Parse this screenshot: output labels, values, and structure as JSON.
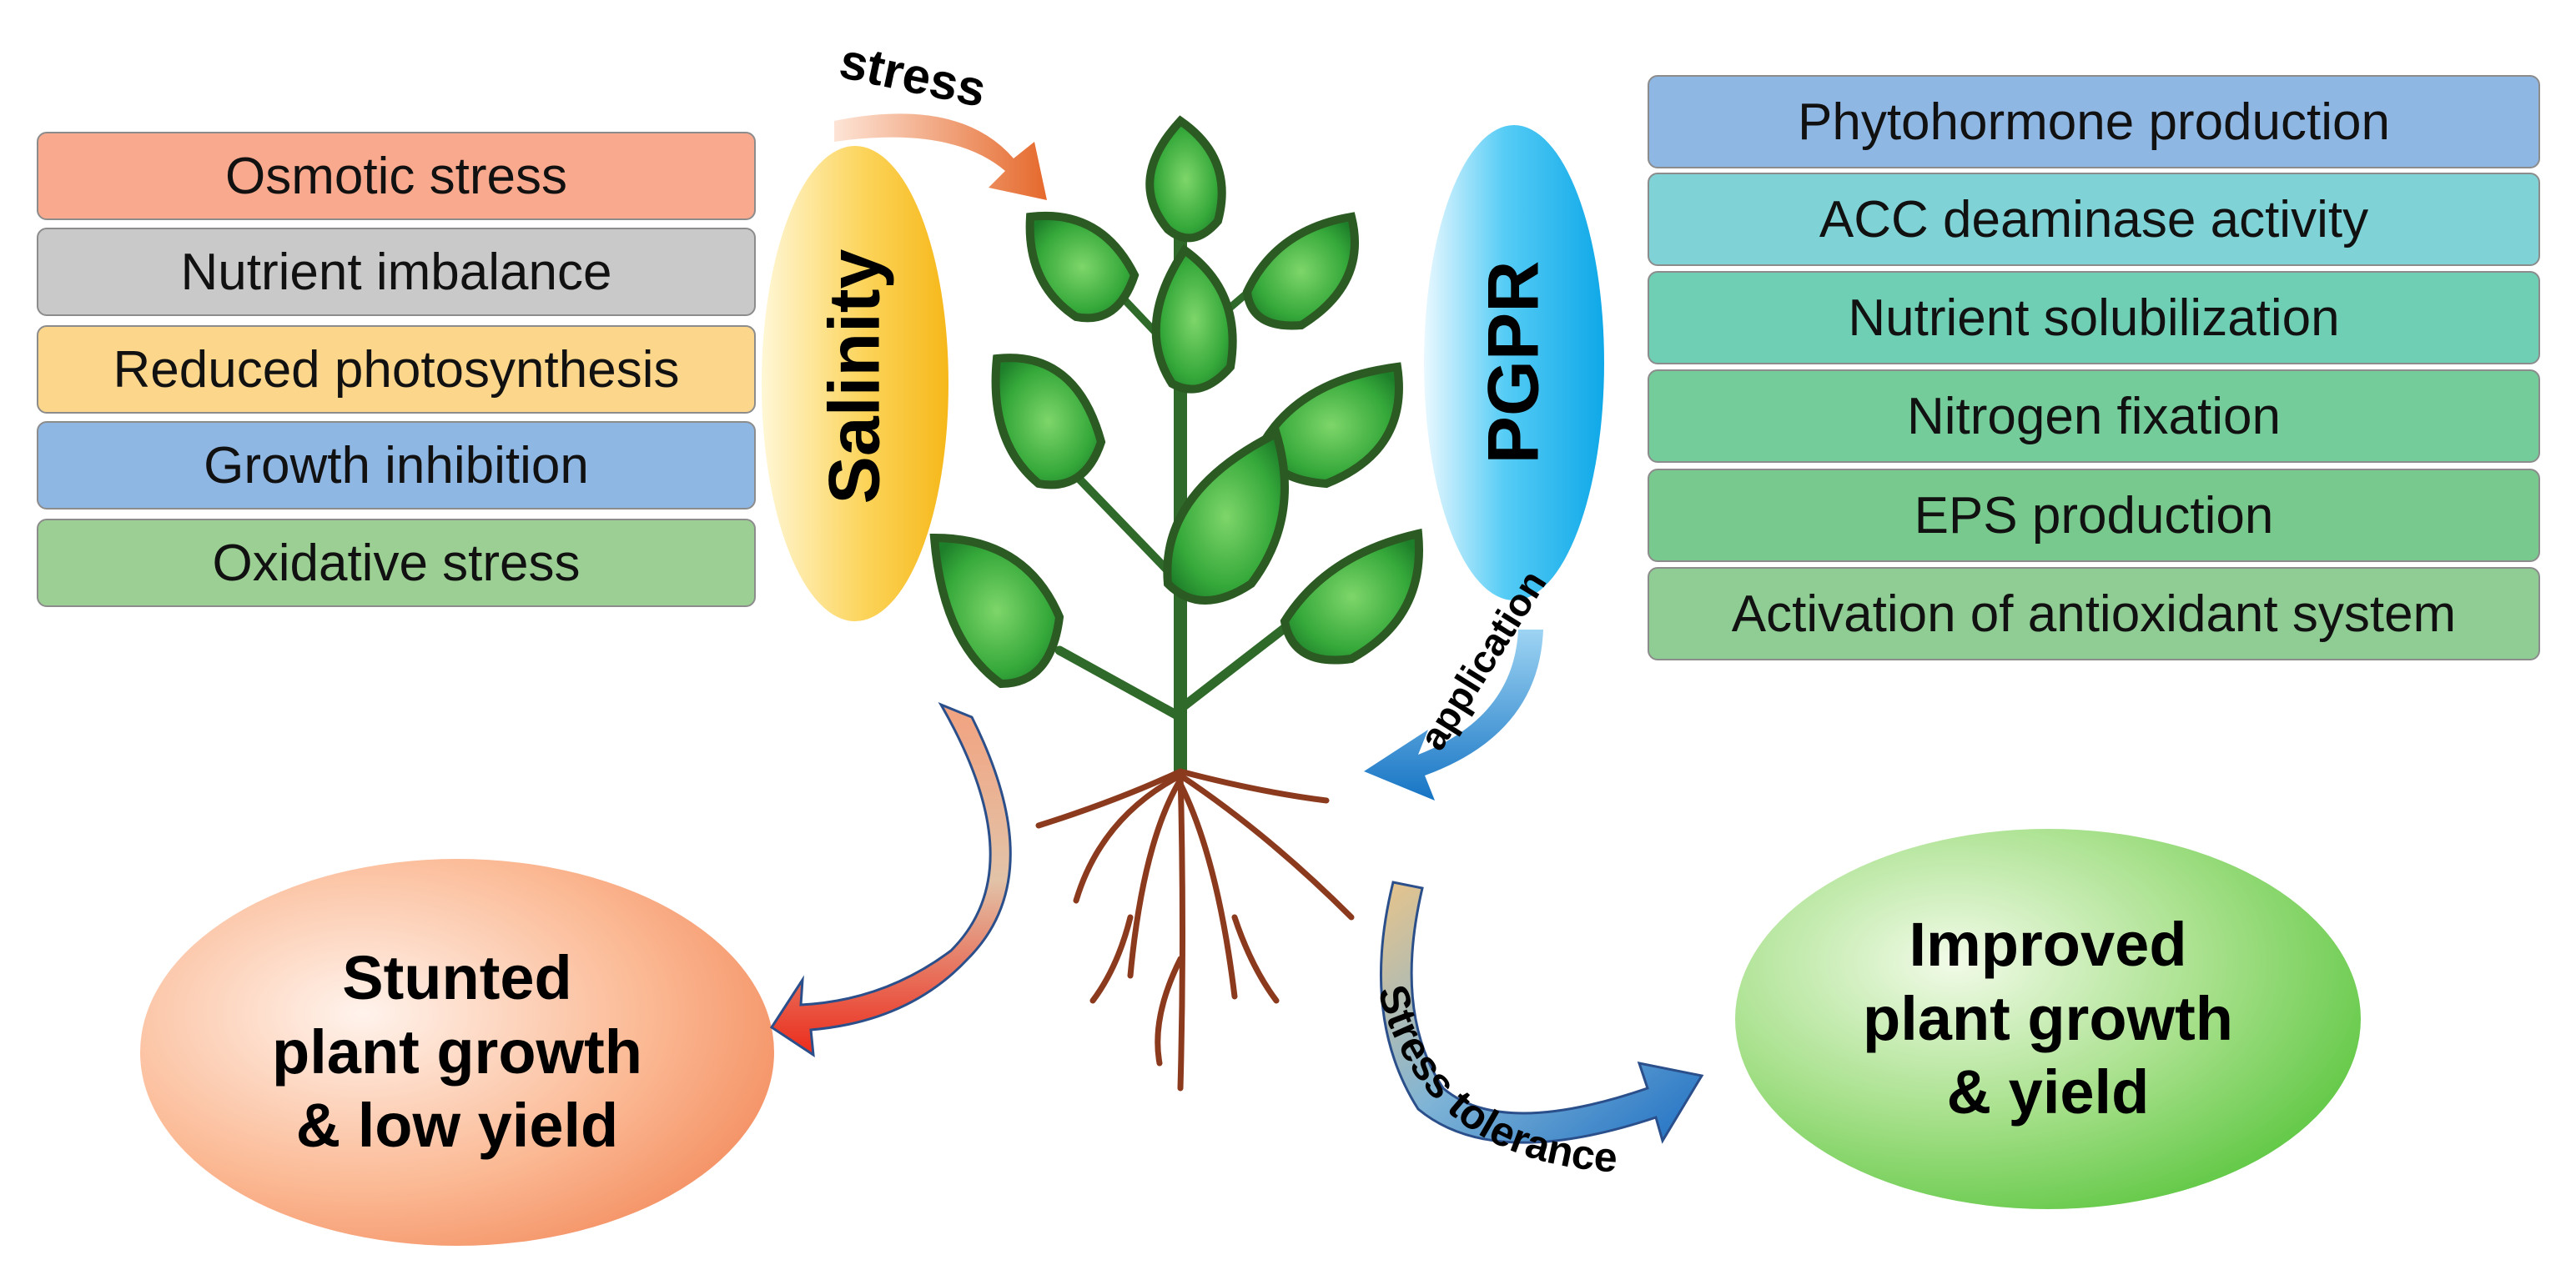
{
  "salinity": {
    "label": "Salinity",
    "effects": [
      {
        "text": "Osmotic stress",
        "color": "#f9a98e"
      },
      {
        "text": "Nutrient imbalance",
        "color": "#c9c9c9"
      },
      {
        "text": "Reduced photosynthesis",
        "color": "#fcd68b"
      },
      {
        "text": "Growth inhibition",
        "color": "#8fb7e4"
      },
      {
        "text": "Oxidative stress",
        "color": "#9ccf93"
      }
    ],
    "color": "#f8c63a"
  },
  "pgpr": {
    "label": "PGPR",
    "mechanisms": [
      {
        "text": "Phytohormone production",
        "color": "#8fb7e4"
      },
      {
        "text": "ACC deaminase activity",
        "color": "#7fd3d6"
      },
      {
        "text": "Nutrient solubilization",
        "color": "#6fcfb5"
      },
      {
        "text": "Nitrogen fixation",
        "color": "#74cc9b"
      },
      {
        "text": "EPS production",
        "color": "#78c98d"
      },
      {
        "text": "Activation of antioxidant system",
        "color": "#8fcd94"
      }
    ],
    "color": "#1fb6ee"
  },
  "arrows": {
    "stress": "stress",
    "application": "application",
    "stress_tolerance": "Stress tolerance"
  },
  "outcomes": {
    "negative": {
      "lines": [
        "Stunted",
        "plant growth",
        "& low yield"
      ],
      "color": "#f7a07a"
    },
    "positive": {
      "lines": [
        "Improved",
        "plant growth",
        "& yield"
      ],
      "color": "#7fd36a"
    }
  }
}
